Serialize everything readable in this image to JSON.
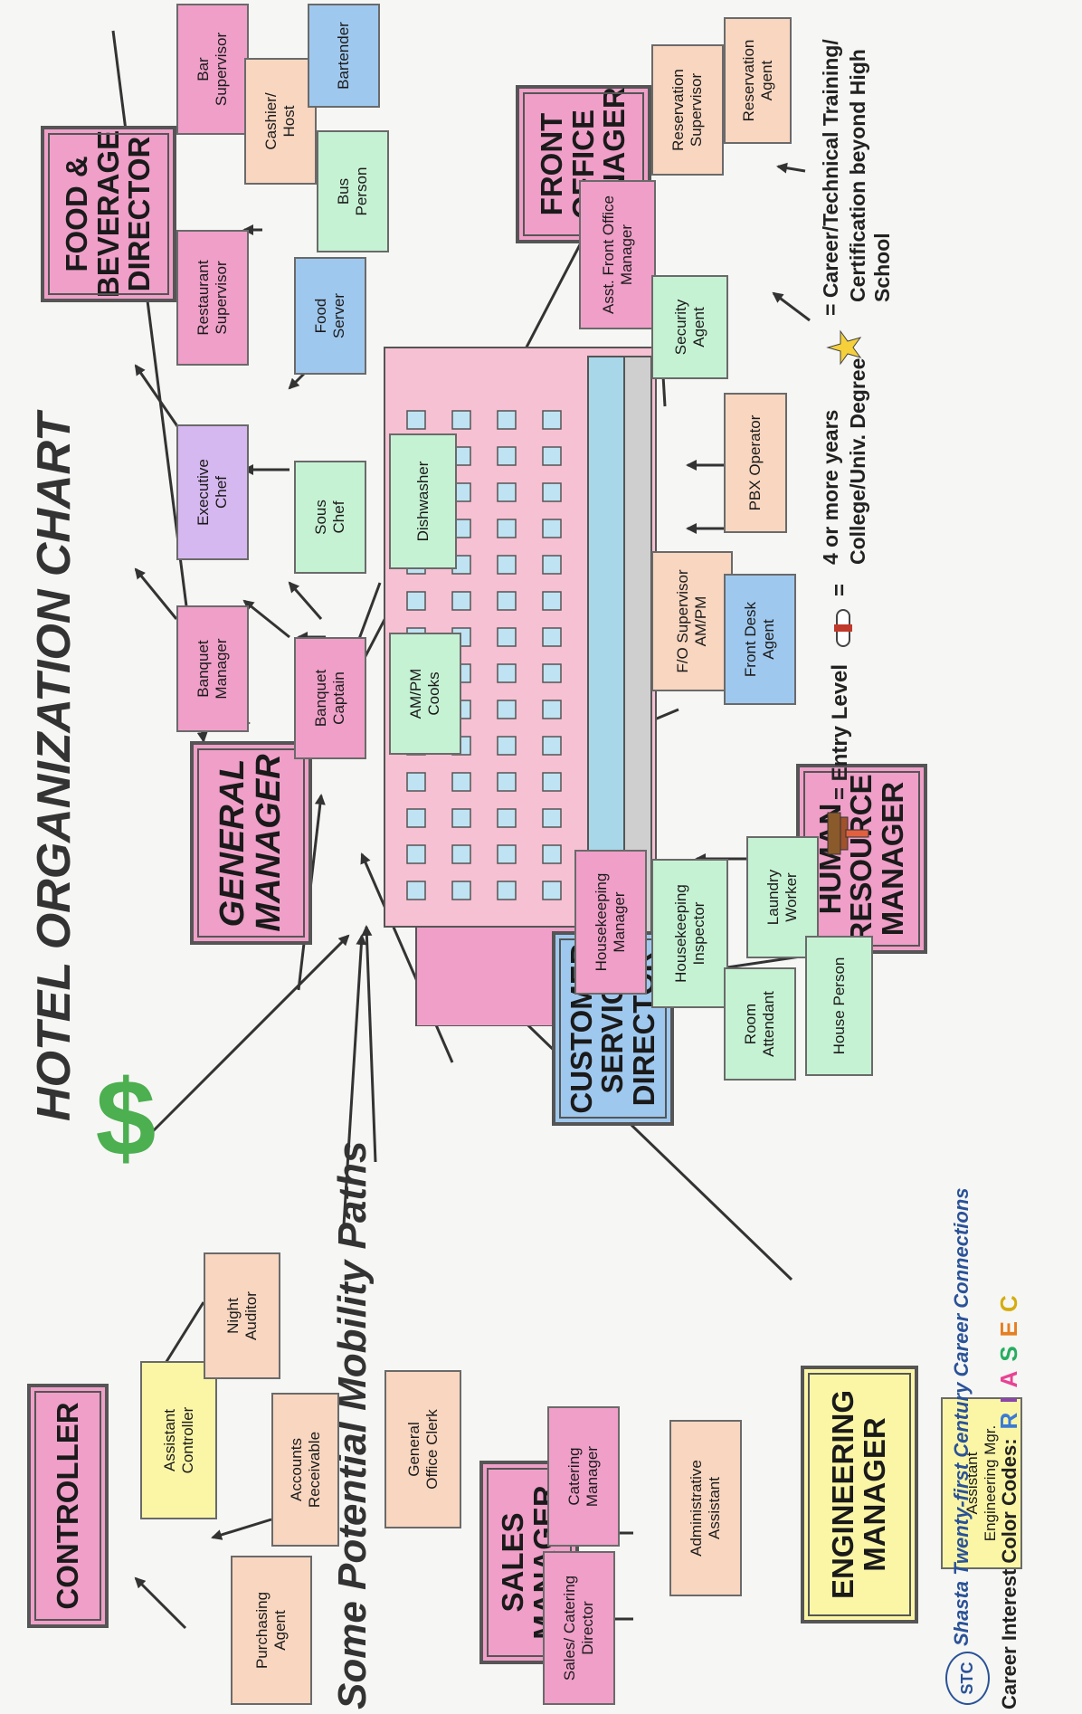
{
  "title": "HOTEL ORGANIZATION CHART",
  "subtitle": "Some Potential Mobility Paths",
  "nodes": {
    "general_manager": "GENERAL\nMANAGER",
    "controller": "CONTROLLER",
    "food_beverage": "FOOD &\nBEVERAGE\nDIRECTOR",
    "front_office": "FRONT\nOFFICE\nMANAGER",
    "human_resource": "HUMAN\nRESOURCE\nMANAGER",
    "customer_service": "CUSTOMER\nSERVICE\nDIRECTOR",
    "sales_manager": "SALES\nMANAGER",
    "engineering_manager": "ENGINEERING\nMANAGER",
    "purchasing_agent": "Purchasing\nAgent",
    "accounts_receivable": "Accounts\nReceivable",
    "assistant_controller": "Assistant\nController",
    "night_auditor": "Night\nAuditor",
    "general_office_clerk": "General\nOffice Clerk",
    "sales_catering_director": "Sales/ Catering\nDirector",
    "catering_manager": "Catering\nManager",
    "administrative_assistant": "Administrative\nAssistant",
    "assistant_engineering_mgr": "Assistant\nEngineering Mgr.",
    "housekeeping_manager": "Housekeeping\nManager",
    "housekeeping_inspector": "Housekeeping\nInspector",
    "laundry_worker": "Laundry\nWorker",
    "room_attendant": "Room\nAttendant",
    "house_person": "House Person",
    "banquet_manager": "Banquet\nManager",
    "banquet_captain": "Banquet\nCaptain",
    "executive_chef": "Executive\nChef",
    "sous_chef": "Sous\nChef",
    "am_pm_cooks": "AM/PM\nCooks",
    "dishwasher": "Dishwasher",
    "restaurant_supervisor": "Restaurant\nSupervisor",
    "food_server": "Food\nServer",
    "bus_person": "Bus\nPerson",
    "bar_supervisor": "Bar\nSupervisor",
    "cashier_host": "Cashier/\nHost",
    "bartender": "Bartender",
    "fo_supervisor": "F/O Supervisor\nAM/PM",
    "front_desk_agent": "Front Desk\nAgent",
    "pbx_operator": "PBX Operator",
    "asst_front_office_manager": "Asst. Front Office\nManager",
    "security_agent": "Security\nAgent",
    "reservation_supervisor": "Reservation\nSupervisor",
    "reservation_agent": "Reservation\nAgent"
  },
  "legend": {
    "entry": "= Entry Level",
    "degree_eq": "=",
    "degree_line1": "4 or more years",
    "degree_line2": "College/Univ. Degree",
    "career_line1": "= Career/Technical Training/",
    "career_line2": "Certification beyond High School"
  },
  "footer": {
    "org_line1": "Shasta Twenty-first Century Career Connections",
    "org_line2": "Career Interest Color Codes:",
    "codes": [
      "R",
      "I",
      "A",
      "S",
      "E",
      "C"
    ],
    "badge": "STC"
  },
  "colors": {
    "manager": "#ef9fc8",
    "realistic": "#9fc8ee",
    "investigative": "#d6b8f0",
    "artistic": "#f7bfd8",
    "social": "#c6f2d4",
    "enterprising": "#f8d6c0",
    "conventional": "#fbf6a6"
  }
}
